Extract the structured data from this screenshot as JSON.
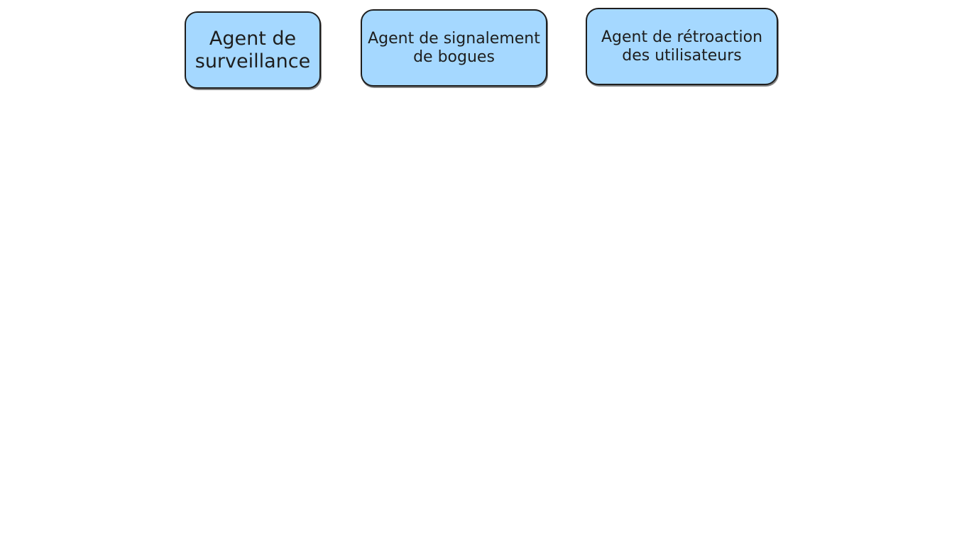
{
  "nodes": [
    {
      "label": "Agent de\nsurveillance"
    },
    {
      "label": "Agent de signalement\nde bogues"
    },
    {
      "label": "Agent de rétroaction\ndes utilisateurs"
    }
  ],
  "colors": {
    "node_fill": "#a5d8ff",
    "node_stroke": "#1e1e1e",
    "text": "#1e1e1e",
    "background": "#ffffff"
  }
}
